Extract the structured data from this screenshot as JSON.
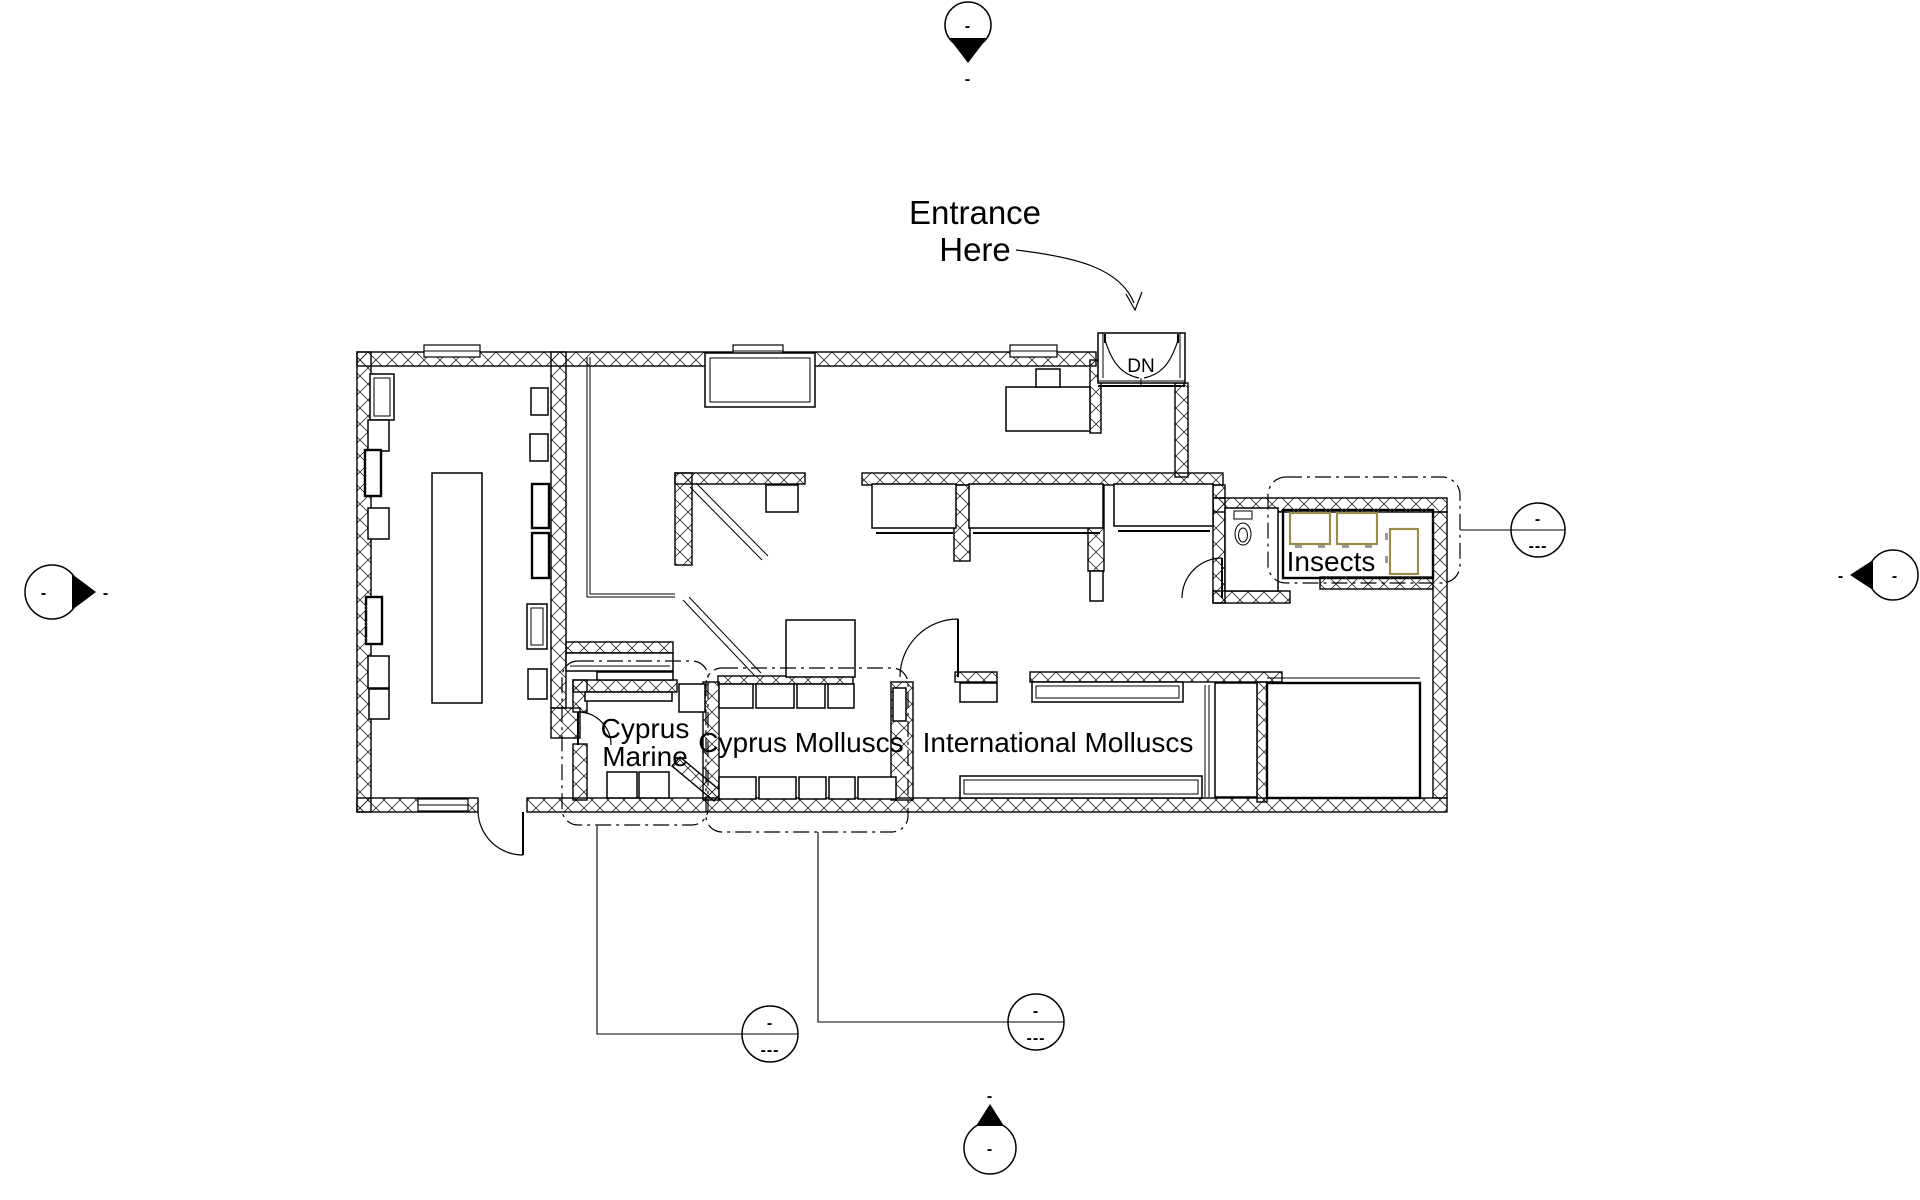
{
  "annotations": {
    "entrance": {
      "line1": "Entrance",
      "line2": "Here"
    },
    "stairs_label": "DN"
  },
  "rooms": {
    "cyprus_marine": {
      "line1": "Cyprus",
      "line2": "Marine"
    },
    "cyprus_molluscs": {
      "label": "Cyprus Molluscs"
    },
    "international_molluscs": {
      "label": "International Molluscs"
    },
    "insects": {
      "label": "Insects"
    }
  },
  "markers": {
    "dash": "-",
    "triple_dash": "---"
  },
  "colors": {
    "line": "#000000",
    "dn_label": "#8a5a00",
    "insect_case": "#9b8b4d",
    "background": "#ffffff"
  }
}
